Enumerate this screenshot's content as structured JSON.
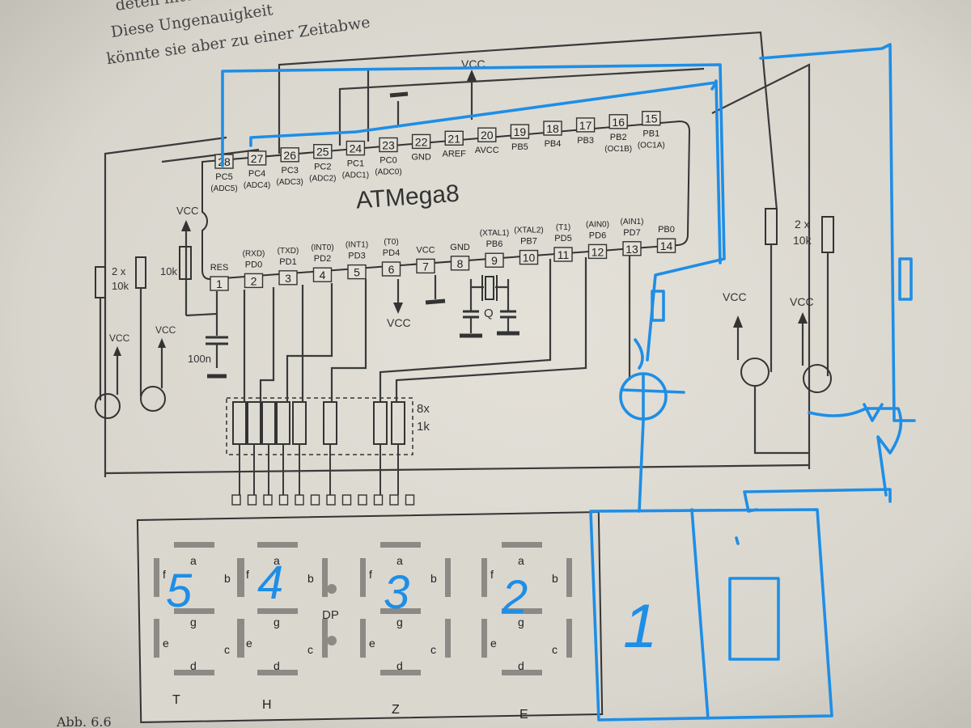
{
  "text_lines": [
    "deten intern",
    "Diese Ungenauigkeit",
    "könnte sie aber zu einer Zeitabwe"
  ],
  "chip": {
    "name": "ATMega8"
  },
  "top_pins": [
    {
      "num": "28",
      "name": "PC5",
      "alt": "(ADC5)"
    },
    {
      "num": "27",
      "name": "PC4",
      "alt": "(ADC4)"
    },
    {
      "num": "26",
      "name": "PC3",
      "alt": "(ADC3)"
    },
    {
      "num": "25",
      "name": "PC2",
      "alt": "(ADC2)"
    },
    {
      "num": "24",
      "name": "PC1",
      "alt": "(ADC1)"
    },
    {
      "num": "23",
      "name": "PC0",
      "alt": "(ADC0)"
    },
    {
      "num": "22",
      "name": "GND",
      "alt": ""
    },
    {
      "num": "21",
      "name": "AREF",
      "alt": ""
    },
    {
      "num": "20",
      "name": "AVCC",
      "alt": ""
    },
    {
      "num": "19",
      "name": "PB5",
      "alt": ""
    },
    {
      "num": "18",
      "name": "PB4",
      "alt": ""
    },
    {
      "num": "17",
      "name": "PB3",
      "alt": ""
    },
    {
      "num": "16",
      "name": "PB2",
      "alt": "(OC1B)"
    },
    {
      "num": "15",
      "name": "PB1",
      "alt": "(OC1A)"
    }
  ],
  "bottom_pins": [
    {
      "num": "1",
      "name": "RES",
      "alt": ""
    },
    {
      "num": "2",
      "name": "PD0",
      "alt": "(RXD)"
    },
    {
      "num": "3",
      "name": "PD1",
      "alt": "(TXD)"
    },
    {
      "num": "4",
      "name": "PD2",
      "alt": "(INT0)"
    },
    {
      "num": "5",
      "name": "PD3",
      "alt": "(INT1)"
    },
    {
      "num": "6",
      "name": "PD4",
      "alt": "(T0)"
    },
    {
      "num": "7",
      "name": "VCC",
      "alt": ""
    },
    {
      "num": "8",
      "name": "GND",
      "alt": ""
    },
    {
      "num": "9",
      "name": "PB6",
      "alt": "(XTAL1)"
    },
    {
      "num": "10",
      "name": "PB7",
      "alt": "(XTAL2)"
    },
    {
      "num": "11",
      "name": "PD5",
      "alt": "(T1)"
    },
    {
      "num": "12",
      "name": "PD6",
      "alt": "(AIN0)"
    },
    {
      "num": "13",
      "name": "PD7",
      "alt": "(AIN1)"
    },
    {
      "num": "14",
      "name": "PB0",
      "alt": ""
    }
  ],
  "vcc_label": "VCC",
  "res_left": {
    "count": "2 x",
    "value": "10k"
  },
  "res_right": {
    "count": "2 x",
    "value": "10k"
  },
  "res_pullup": "10k",
  "cap_label": "100n",
  "crystal_label": "Q",
  "res_array": {
    "count": "8x",
    "value": "1k"
  },
  "connector_labels": [
    "e",
    "d",
    "DP",
    "c",
    "g",
    "E",
    "b",
    "Z",
    "H",
    "f",
    "a",
    "T"
  ],
  "segment_letters": {
    "a": "a",
    "b": "b",
    "c": "c",
    "d": "d",
    "e": "e",
    "f": "f",
    "g": "g"
  },
  "dp_label": "DP",
  "digit_labels": [
    "T",
    "H",
    "Z",
    "E"
  ],
  "handwritten_numbers": [
    "5",
    "4",
    "3",
    "2",
    "1"
  ],
  "caption": "Abb. 6.6"
}
